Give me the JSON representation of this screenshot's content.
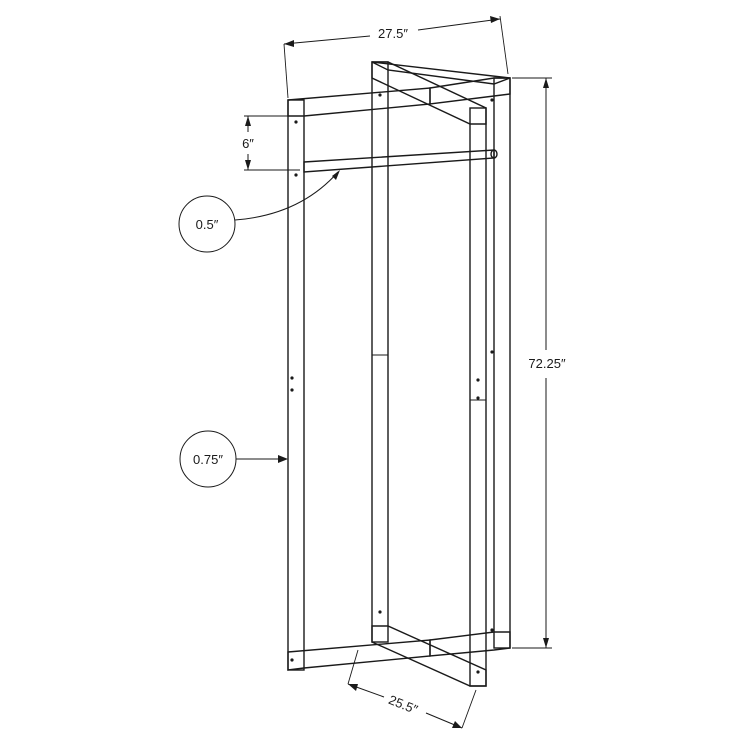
{
  "dimensions": {
    "width": "27.5″",
    "top_rail_gap": "6″",
    "rod_diameter": "0.5″",
    "height": "72.25″",
    "tube_thickness": "0.75″",
    "depth": "25.5″"
  },
  "colors": {
    "line": "#1a1a1a",
    "background": "#ffffff"
  }
}
